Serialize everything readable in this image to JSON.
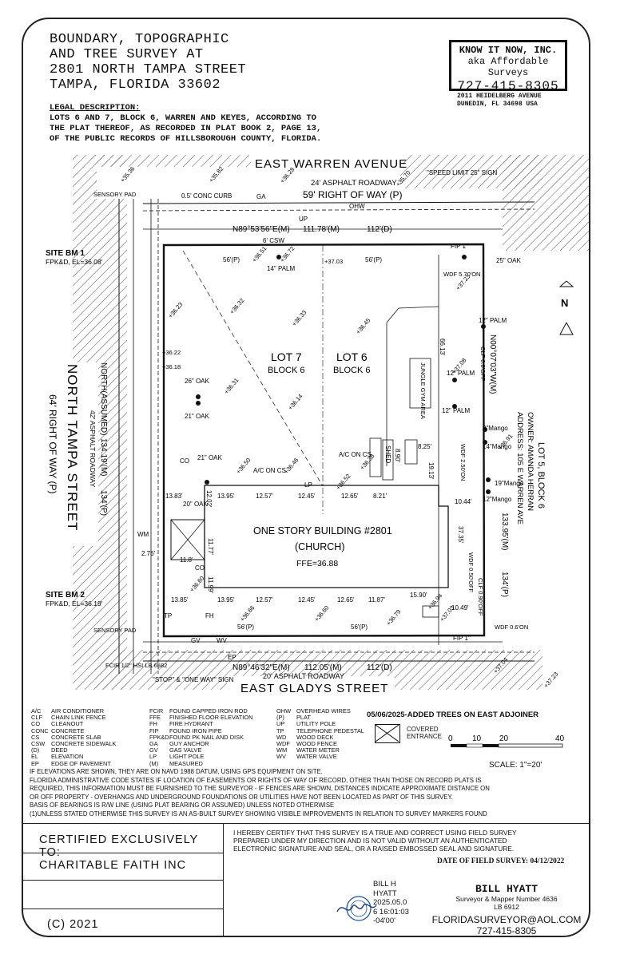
{
  "title": {
    "lines": [
      "BOUNDARY, TOPOGRAPHIC",
      "AND TREE SURVEY AT",
      "2801 NORTH TAMPA STREET",
      "TAMPA, FLORIDA 33602"
    ]
  },
  "company": {
    "name": "KNOW IT NOW, INC.",
    "aka": "aka Affordable Surveys",
    "phone": "727-415-8305",
    "address_line1": "2011 HEIDELBERG AVENUE",
    "address_line2": "DUNEDIN, FL 34698  USA"
  },
  "legal": {
    "heading": "LEGAL DESCRIPTION:",
    "lines": [
      "LOTS 6 AND 7, BLOCK 6, WARREN AND KEYES, ACCORDING TO",
      "THE PLAT THEREOF, AS RECORDED IN PLAT BOOK 2, PAGE 13,",
      "OF THE PUBLIC RECORDS OF HILLSBOROUGH COUNTY, FLORIDA."
    ]
  },
  "plan": {
    "north_street": "EAST WARREN AVENUE",
    "north_roadway": "24' ASPHALT ROADWAY",
    "north_row": "59' RIGHT OF WAY (P)",
    "south_street": "EAST GLADYS STREET",
    "south_roadway": "20' ASPHALT ROADWAY",
    "west_street": "NORTH TAMPA STREET",
    "west_row": "64' RIGHT OF WAY (P)",
    "west_roadway": "42' ASPHALT ROADWAY",
    "north_bearing": "N89°53'56\"E(M)",
    "north_dist_m": "111.78'(M)",
    "north_dist_d": "112'(D)",
    "south_bearing": "N89°46'32\"E(M)",
    "south_dist": "112.05'(M)",
    "south_dist_d": "112'(D)",
    "west_bearing": "NORTH(ASSUMED)",
    "west_dist_m": "134.19'(M)",
    "west_dist_p": "134'(P)",
    "east_bearing": "N00°07'03\"W(M)",
    "east_dist_m": "133.95'(M)",
    "east_dist_p": "134'(P)",
    "lot7": "LOT 7",
    "lot7_block": "BLOCK 6",
    "lot6": "LOT 6",
    "lot6_block": "BLOCK 6",
    "building": "ONE STORY BUILDING #2801",
    "building_use": "(CHURCH)",
    "ffe": "FFE=36.88",
    "adjoiner_lot": "LOT 5, BLOCK 6",
    "adjoiner_owner": "OWNER: AMANDA HERRAN",
    "adjoiner_addr": "ADDRESS: 105 E WARREN AVE",
    "site_bm1": "SITE BM 1",
    "site_bm1_el": "FPK&D, EL=36.08'",
    "site_bm2": "SITE BM 2",
    "site_bm2_el": "FPK&D, EL=36.19'",
    "speed_sign": "\"SPEED LIMIT 25\" SIGN",
    "stop_sign": "\"STOP\" & \"ONE WAY\" SIGN",
    "fir_half": "FCIR 1/2\" HSI LB 6582",
    "sensory_pad": "SENSORY PAD",
    "conc_curb": "0.5' CONC CURB",
    "csw": "6' CSW",
    "palm14": "14\" PALM",
    "oak26": "26\" OAK",
    "oak21a": "21\" OAK",
    "oak21b": "21\" OAK",
    "oak20": "20\" OAK",
    "oak25": "25\" OAK",
    "palm12a": "12\" PALM",
    "palm12b": "12\" PALM",
    "palm12c": "12\" PALM",
    "mango9": "9\"Mango",
    "mango14": "14\"Mango",
    "mango19": "19\"Mango",
    "mango12": "12\"Mango",
    "jungle": "JUNGLE GYM AREA",
    "shed": "SHED",
    "ac1": "A/C ON CS",
    "ac2": "A/C ON CS",
    "wdf_570": "WDF 5.70'ON",
    "wdf_250": "WDF 2.50'ON",
    "clf_080": "CLF 0.8'OFF",
    "wdf_050": "WDF 0.50'OFF",
    "clf_090": "CLF 0.90'OFF",
    "wdf_06": "WDF 0.6'ON",
    "dim_56p": "56'(P)",
    "dim_1395": "13.95'",
    "dim_1257": "12.57'",
    "dim_1245": "12.45'",
    "dim_1265": "12.65'",
    "dim_1187": "11.87'",
    "dim_1385": "13.85'",
    "dim_1383": "13.83'",
    "dim_1202": "12.02'",
    "dim_1177": "11.77'",
    "dim_1199": "11.99'",
    "dim_1044": "10.44'",
    "dim_1049": "10.49'",
    "dim_1590": "15.90'",
    "dim_3735": "37.35'",
    "dim_6613": "66.13'",
    "dim_118": "11.8'",
    "dim_825": "8.25'",
    "dim_890": "8.90'",
    "dim_821": "8.21'",
    "dim_1913": "19.13'",
    "dim_276": "2.76'",
    "lp": "LP",
    "co1": "CO",
    "co2": "CO",
    "fh": "FH",
    "tp": "TP",
    "gv": "GV",
    "wv": "WV",
    "wm": "WM",
    "fip": "FIP 1\"",
    "ohw": "OHW",
    "up": "UP",
    "ep": "EP",
    "ga": "GA",
    "elevations": [
      {
        "t": "+35.36"
      },
      {
        "t": "+35.82"
      },
      {
        "t": "+36.28"
      },
      {
        "t": "+35.70"
      },
      {
        "t": "+36.51"
      },
      {
        "t": "+36.72"
      },
      {
        "t": "+37.03"
      },
      {
        "t": "+37.23"
      },
      {
        "t": "+36.33"
      },
      {
        "t": "+36.32"
      },
      {
        "t": "+36.23"
      },
      {
        "t": "+36.22"
      },
      {
        "t": "+36.18"
      },
      {
        "t": "+36.31"
      },
      {
        "t": "+36.14"
      },
      {
        "t": "+36.45"
      },
      {
        "t": "+36.50"
      },
      {
        "t": "+36.46"
      },
      {
        "t": "+36.52"
      },
      {
        "t": "+36.38"
      },
      {
        "t": "+36.60"
      },
      {
        "t": "+36.66"
      },
      {
        "t": "+36.60"
      },
      {
        "t": "+36.79"
      },
      {
        "t": "+36.94"
      },
      {
        "t": "+37.03"
      },
      {
        "t": "+37.08"
      },
      {
        "t": "+36.91"
      },
      {
        "t": "+37.04"
      },
      {
        "t": "+37.23"
      }
    ]
  },
  "legend": {
    "col1": [
      {
        "a": "A/C",
        "d": "AIR CONDITIONER"
      },
      {
        "a": "CLF",
        "d": "CHAIN LINK FENCE"
      },
      {
        "a": "CO",
        "d": "CLEANOUT"
      },
      {
        "a": "CONC",
        "d": "CONCRETE"
      },
      {
        "a": "CS",
        "d": "CONCRETE SLAB"
      },
      {
        "a": "CSW",
        "d": "CONCRETE SIDEWALK"
      },
      {
        "a": "(D)",
        "d": "DEED"
      },
      {
        "a": "EL",
        "d": "ELEVATION"
      },
      {
        "a": "EP",
        "d": "EDGE OF PAVEMENT"
      }
    ],
    "col2": [
      {
        "a": "FCIR",
        "d": "FOUND CAPPED IRON ROD"
      },
      {
        "a": "FFE",
        "d": "FINISHED FLOOR ELEVATION"
      },
      {
        "a": "FH",
        "d": "FIRE HYDRANT"
      },
      {
        "a": "FIP",
        "d": "FOUND IRON PIPE"
      },
      {
        "a": "FPK&D",
        "d": "FOUND PK NAIL AND DISK"
      },
      {
        "a": "GA",
        "d": "GUY ANCHOR"
      },
      {
        "a": "GV",
        "d": "GAS VALVE"
      },
      {
        "a": "LP",
        "d": "LIGHT POLE"
      },
      {
        "a": "(M)",
        "d": "MEASURED"
      }
    ],
    "col3": [
      {
        "a": "OHW",
        "d": "OVERHEAD WIRES"
      },
      {
        "a": "(P)",
        "d": "PLAT"
      },
      {
        "a": "UP",
        "d": "UTILITY POLE"
      },
      {
        "a": "TP",
        "d": "TELEPHONE PEDESTAL"
      },
      {
        "a": "WD",
        "d": "WOOD DECK"
      },
      {
        "a": "WDF",
        "d": "WOOD FENCE"
      },
      {
        "a": "WM",
        "d": "WATER METER"
      },
      {
        "a": "WV",
        "d": "WATER VALVE"
      }
    ]
  },
  "revision": "05/06/2025-ADDED TREES ON EAST ADJOINER",
  "covered": {
    "line1": "COVERED",
    "line2": "ENTRANCE"
  },
  "scale": {
    "ticks": [
      "0",
      "10",
      "20",
      "40"
    ],
    "label": "SCALE: 1\"=20'"
  },
  "notes": [
    "IF ELEVATIONS ARE SHOWN, THEY ARE ON NAVD 1988 DATUM, USING GPS EQUIPMENT ON SITE.",
    "FLORIDA ADMINISTRATIVE CODE STATES IF LOCATION OF EASEMENTS OR RIGHTS OF WAY OF RECORD, OTHER THAN THOSE ON RECORD PLATS IS",
    "REQUIRED, THIS INFORMATION MUST BE FURNISHED TO THE SURVEYOR - IF FENCES ARE SHOWN, DISTANCES INDICATE APPROXIMATE DISTANCE ON",
    "OR OFF PROPERTY - OVERHANGS AND UNDERGROUND FOUNDATIONS OR UTILITIES HAVE NOT BEEN LOCATED AS PART OF THIS SURVEY.",
    "BASIS OF BEARINGS IS R/W LINE (USING PLAT BEARING OR ASSUMED) UNLESS NOTED OTHERWISE",
    "(1)UNLESS STATED OTHERWISE THIS SURVEY IS AN AS-BUILT SURVEY SHOWING VISIBLE IMPROVEMENTS IN RELATION TO SURVEY MARKERS FOUND"
  ],
  "certified": {
    "label": "CERTIFIED EXCLUSIVELY TO:",
    "client": "CHARITABLE FAITH INC",
    "copyright": "(C) 2021"
  },
  "certification_text": [
    "I HEREBY CERTIFY THAT THIS SURVEY IS A TRUE AND CORRECT USING FIELD SURVEY",
    "PREPARED UNDER MY DIRECTION AND IS NOT VALID WITHOUT AN AUTHENTICATED",
    "ELECTRONIC SIGNATURE AND SEAL, OR A RAISED EMBOSSED SEAL AND SIGNATURE."
  ],
  "field_date": "DATE OF FIELD SURVEY: 04/12/2022",
  "signature": {
    "lines": [
      "BILL H",
      "HYATT",
      "2025.05.0",
      "6 16:01:03",
      "-04'00'"
    ]
  },
  "surveyor": {
    "name": "BILL HYATT",
    "title": "Surveyor & Mapper Number 4636",
    "lb": "LB 6912",
    "email": "FLORIDASURVEYOR@AOL.COM",
    "phone": "727-415-8305"
  },
  "colors": {
    "ink": "#111111",
    "hatch": "#555555"
  }
}
